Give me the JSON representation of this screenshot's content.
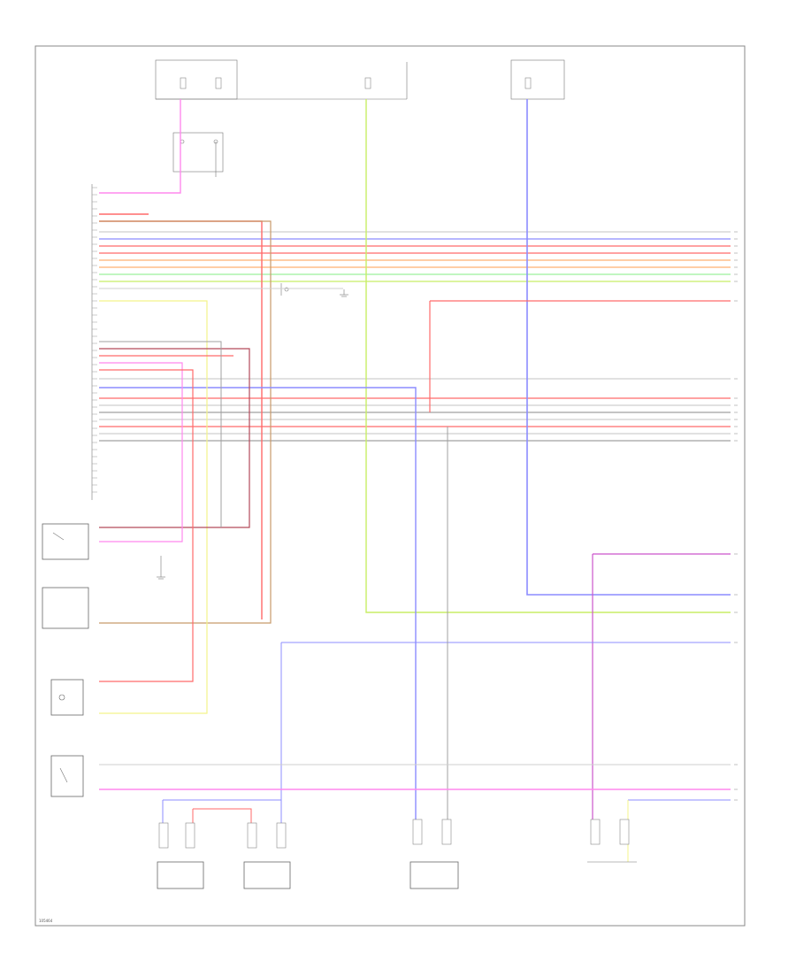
{
  "colors": {
    "pink": "#ff88ee",
    "violet": "#cc55cc",
    "red": "#ff6a6a",
    "blue": "#8c8cff",
    "yellow_green": "#c8ee66",
    "yellow": "#f4f48a",
    "green": "#9cf09c",
    "orange": "#ffb070",
    "brown": "#c89a6a",
    "gray": "#a0a0a0",
    "light_gray": "#cfcfcf",
    "dark_red": "#b44a5a"
  },
  "icons": [
    "ground-symbol",
    "switch-symbol",
    "sensor-symbol",
    "fuse-symbol",
    "connector-symbol"
  ],
  "footer": {
    "code": "105464"
  }
}
